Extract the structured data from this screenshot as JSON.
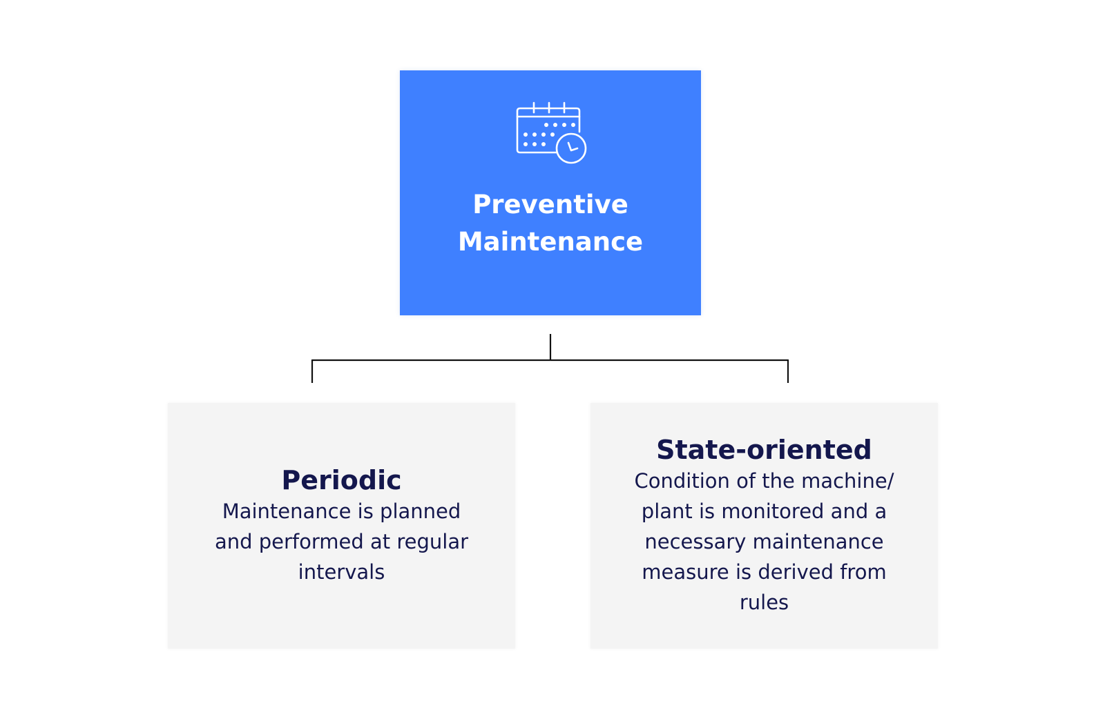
{
  "root": {
    "title": "Preventive\nMaintenance",
    "icon": "calendar-clock-icon",
    "color": "#3f80ff"
  },
  "children": [
    {
      "title": "Periodic",
      "description": "Maintenance is planned and performed at regular intervals"
    },
    {
      "title": "State-oriented",
      "description": "Condition of the machine/ plant is monitored and a necessary maintenance measure is derived from rules"
    }
  ],
  "colors": {
    "child_background": "#f4f4f4",
    "child_text": "#14174d",
    "connector": "#111111"
  }
}
